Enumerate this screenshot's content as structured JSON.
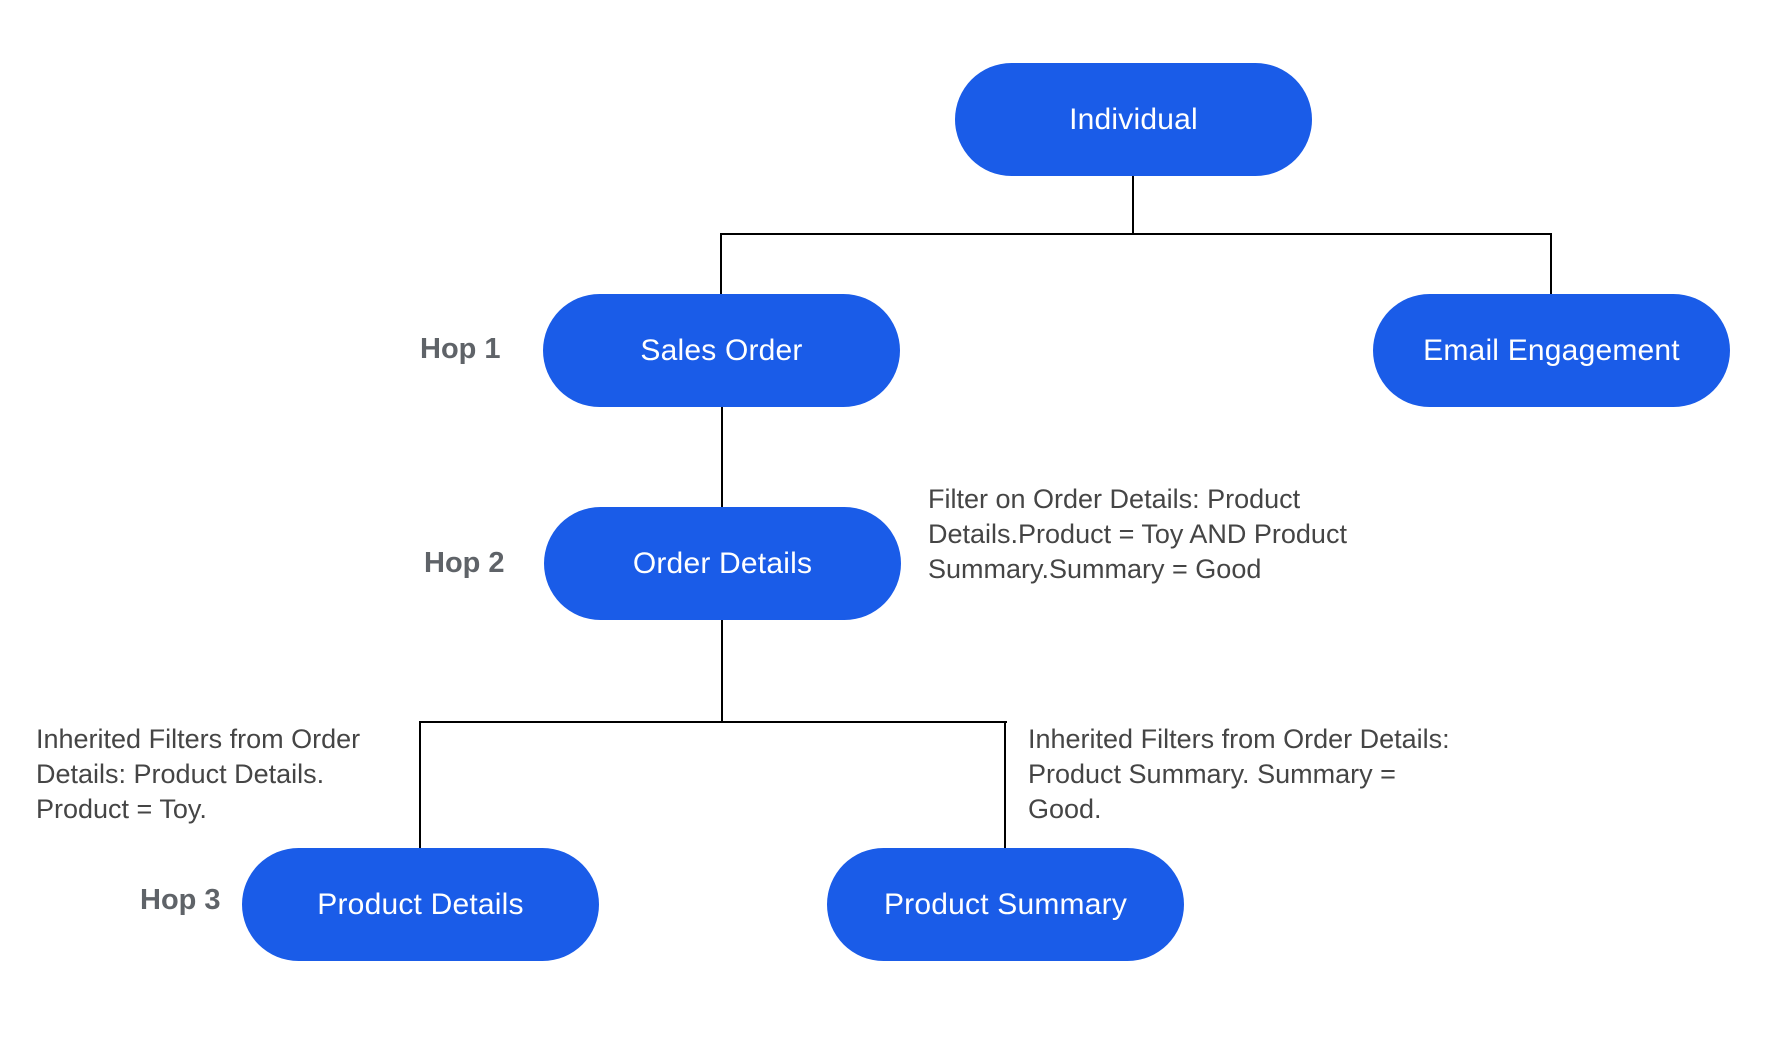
{
  "diagram": {
    "nodes": {
      "individual": {
        "label": "Individual"
      },
      "sales_order": {
        "label": "Sales Order"
      },
      "email_engagement": {
        "label": "Email Engagement"
      },
      "order_details": {
        "label": "Order Details"
      },
      "product_details": {
        "label": "Product Details"
      },
      "product_summary": {
        "label": "Product Summary"
      }
    },
    "hop_labels": {
      "hop_1": "Hop 1",
      "hop_2": "Hop 2",
      "hop_3": "Hop 3"
    },
    "annotations": {
      "order_details_filter": "Filter on Order Details: Product\nDetails.Product = Toy AND Product\nSummary.Summary = Good",
      "product_details_inherited": "Inherited Filters from Order\nDetails: Product Details.\nProduct = Toy.",
      "product_summary_inherited": "Inherited Filters from Order Details:\nProduct Summary. Summary =\nGood."
    },
    "colors": {
      "node_fill": "#1A5CE8",
      "node_text": "#FFFFFF",
      "hop_label_text": "#5F6368",
      "annotation_text": "#454545",
      "connector": "#000000",
      "background": "#FFFFFF"
    }
  }
}
